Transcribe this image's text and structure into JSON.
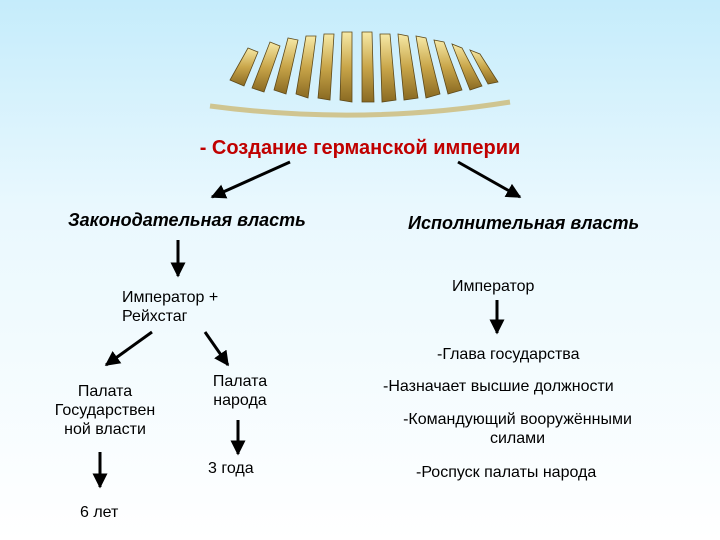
{
  "subtitle": "- Создание германской империи",
  "legislative": {
    "title": "Законодательная власть",
    "composition": "Император + Рейхстаг",
    "chamber_states": {
      "name": "Палата Государствен ной власти",
      "term": "6 лет"
    },
    "chamber_people": {
      "name": "Палата народа",
      "term": "3 года"
    }
  },
  "executive": {
    "title": "Исполнительная власть",
    "head": "Император",
    "powers": [
      "-Глава государства",
      "-Назначает высшие должности",
      "-Командующий вооружёнными силами",
      "-Роспуск палаты народа"
    ]
  }
}
